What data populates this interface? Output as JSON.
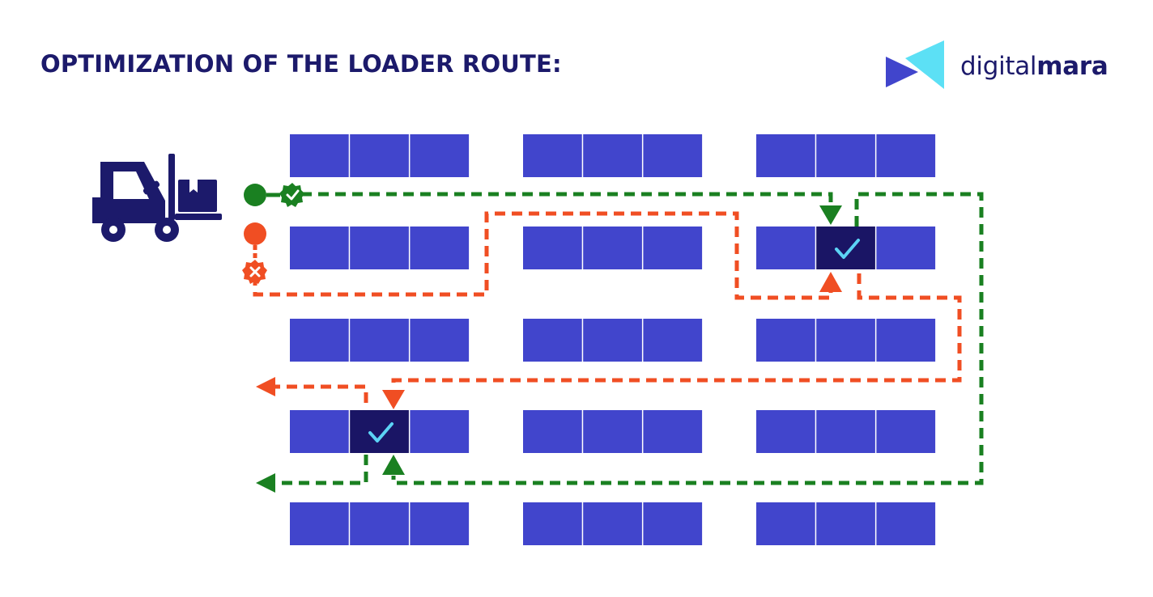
{
  "header": {
    "title": "OPTIMIZATION OF THE LOADER ROUTE:"
  },
  "logo": {
    "text_regular": "digital",
    "text_bold": "mara"
  },
  "icons": {
    "forklift": "forklift-icon",
    "optimal_route_ok": "check-badge-icon",
    "suboptimal_route_bad": "cross-badge-icon",
    "picked_cell": "check-mark-icon"
  },
  "warehouse": {
    "rack_rows": 5,
    "rack_columns": 3,
    "cells_per_rack": 3,
    "picked_cells": [
      {
        "row": 2,
        "column": 3,
        "cell": 2
      },
      {
        "row": 4,
        "column": 1,
        "cell": 2
      }
    ]
  },
  "routes": [
    {
      "kind": "optimal",
      "color": "#1a8021"
    },
    {
      "kind": "suboptimal",
      "color": "#f04e23"
    }
  ],
  "colors": {
    "title": "#1c1a6b",
    "rack_cell": "#4145cc",
    "picked_cell": "#1a1565",
    "check_mark": "#5cd3f5",
    "optimal_route": "#1a8021",
    "suboptimal_route": "#f04e23",
    "logo_dark": "#4145cc",
    "logo_light": "#5ce0f5"
  }
}
